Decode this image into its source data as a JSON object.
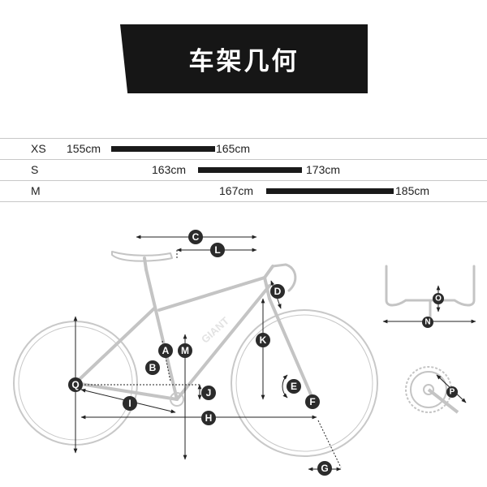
{
  "banner": {
    "title": "车架几何"
  },
  "sizes": [
    {
      "name": "XS",
      "min": "155cm",
      "max": "165cm"
    },
    {
      "name": "S",
      "min": "163cm",
      "max": "173cm"
    },
    {
      "name": "M",
      "min": "167cm",
      "max": "185cm"
    }
  ],
  "diagram": {
    "brand_mark": "GIANT",
    "labels": {
      "A": "A",
      "B": "B",
      "C": "C",
      "D": "D",
      "E": "E",
      "F": "F",
      "G": "G",
      "H": "H",
      "I": "I",
      "J": "J",
      "K": "K",
      "L": "L",
      "M": "M",
      "N": "N",
      "O": "O",
      "P": "P",
      "Q": "Q"
    }
  },
  "colors": {
    "banner_bg": "#161616",
    "bar": "#1a1a1a",
    "frame_line": "#c8c8c8",
    "badge": "#2b2b2b"
  }
}
